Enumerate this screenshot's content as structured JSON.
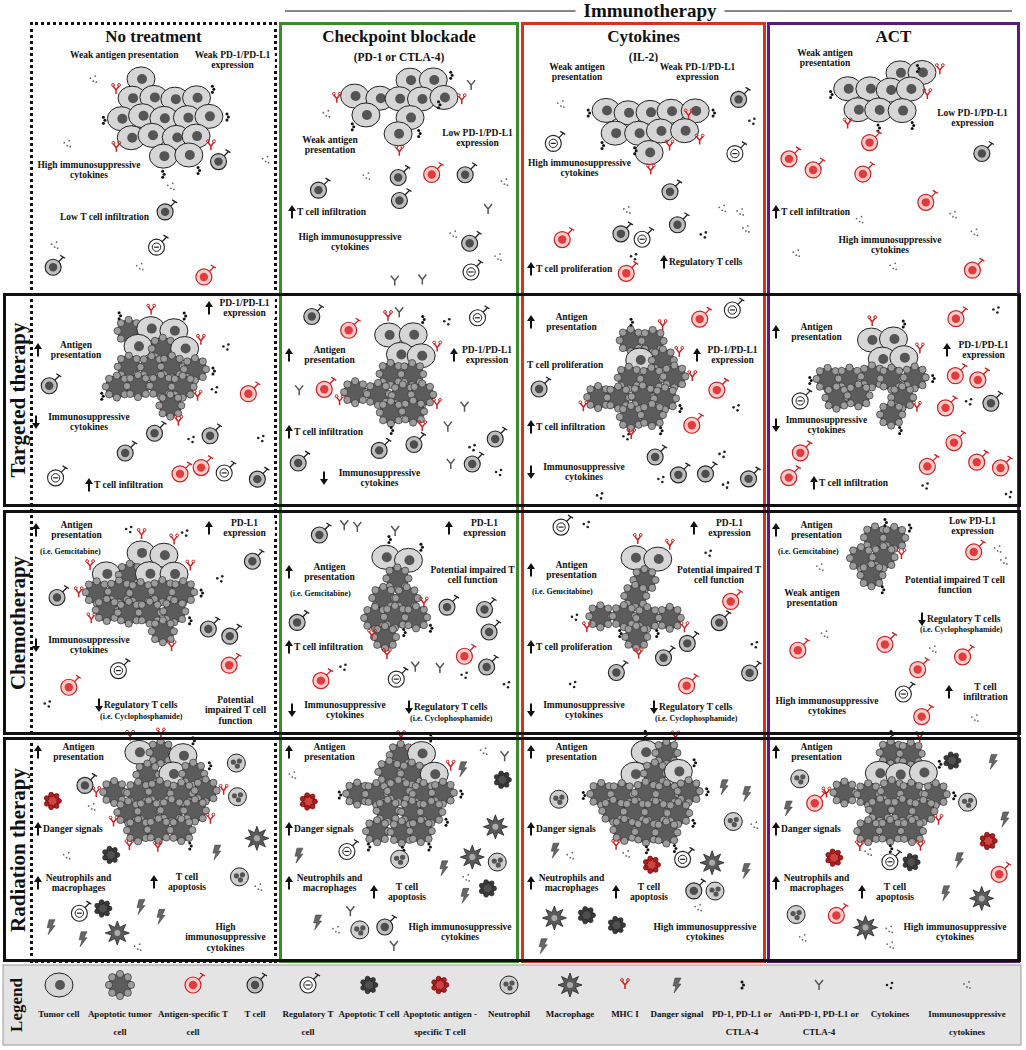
{
  "diagram": {
    "title": "Immunotherapy",
    "nodes": [
      {
        "text": [
          "No treatment"
        ]
      },
      {
        "text": [
          "Checkpoint blockade",
          "(PD-1 or CTLA-4)"
        ]
      },
      {
        "text": [
          "Cytokines",
          "(IL-2)"
        ]
      },
      {
        "text": [
          "ACT"
        ]
      },
      {
        "text": [
          "Targeted therapy"
        ]
      },
      {
        "text": [
          "Chemotherapy"
        ]
      },
      {
        "text": [
          "Radiation therapy"
        ]
      }
    ],
    "labels": [
      "Weak antigen presentation",
      "Weak PD-1/PD-L1 expression",
      "High immunosuppressive cytokines",
      "Low T cell infiltration",
      "Weak antigen presentation",
      "Low PD-1/PD-L1 expression",
      "T cell infiltration",
      "High immunosuppressive cytokines",
      "Weak antigen presentation",
      "Weak PD-1/PD-L1 expression",
      "High immunosuppressive cytokines",
      "T cell proliferation",
      "Regulatory T cells",
      "Weak antigen presentation",
      "Low PD-1/PD-L1 expression",
      "T cell infiltration",
      "High immunosuppressive cytokines",
      "PD-1/PD-L1 expression",
      "Antigen presentation",
      "Immunosuppressive cytokines",
      "T cell infiltration",
      "Antigen presentation",
      "PD-1/PD-L1 expression",
      "T cell infiltration",
      "Immunosuppressive cytokines",
      "Antigen presentation",
      "T cell proliferation",
      "PD-1/PD-L1 expression",
      "T cell infiltration",
      "Immunosuppressive cytokines",
      "Antigen presentation",
      "PD-1/PD-L1 expression",
      "Immunosuppressive cytokines",
      "T cell infiltration",
      "Antigen presentation",
      "(i.e. Gemcitabine)",
      "PD-L1 expression",
      "Immunosuppressive cytokines",
      "Regulatory T cells",
      "(i.e. Cyclophosphamide)",
      "Potential impaired T cell function",
      "Antigen presentation",
      "(i.e. Gemcitabine)",
      "PD-L1 expression",
      "Potential impaired T cell function",
      "T cell infiltration",
      "Immunosuppressive cytokines",
      "Regulatory T cells",
      "(i.e. Cyclophosphamide)",
      "Antigen presentation",
      "(i.e. Gemcitabine)",
      "PD-L1 expression",
      "Potential impaired T cell function",
      "T cell proliferation",
      "Immunosuppressive cytokines",
      "Regulatory T cells",
      "(i.e. Cyclophosphamide)",
      "Antigen presentation",
      "(i.e. Gemcitabine)",
      "Low PD-L1 expression",
      "Weak antigen presentation",
      "Potential impaired T cell function",
      "Regulatory T cells",
      "(i.e. Cyclophosphamide)",
      "T cell infiltration",
      "High immunosuppressive cytokines",
      "Antigen presentation",
      "Danger signals",
      "Neutrophils and macrophages",
      "T cell apoptosis",
      "High immunosuppressive cytokines",
      "Antigen presentation",
      "Danger signals",
      "Neutrophils and macrophages",
      "T cell apoptosis",
      "High immunosuppressive cytokines",
      "Antigen presentation",
      "Danger signals",
      "Neutrophils and macrophages",
      "T cell apoptosis",
      "High immunosuppressive cytokines",
      "Antigen presentation",
      "Danger signals",
      "Neutrophils and macrophages",
      "T cell apoptosis",
      "High immunosuppressive cytokines",
      "Legend"
    ],
    "legend": [
      {
        "text": "Tumor cell"
      },
      {
        "text": "Apoptotic tumor cell"
      },
      {
        "text": "Antigen-specific T cell"
      },
      {
        "text": "T cell"
      },
      {
        "text": "Regulatory T cell"
      },
      {
        "text": "Apoptotic T cell"
      },
      {
        "text": "Apoptotic antigen -specific T cell"
      },
      {
        "text": "Neutrophil"
      },
      {
        "text": "Macrophage"
      },
      {
        "text": "MHC I"
      },
      {
        "text": "Danger signal"
      },
      {
        "text": "PD-1, PD-L1 or CTLA-4"
      },
      {
        "text": "Anti-PD-1, PD-L1 or CTLA-4"
      },
      {
        "text": "Cytokines"
      },
      {
        "text": "Immunosuppressive cytokines"
      }
    ]
  }
}
